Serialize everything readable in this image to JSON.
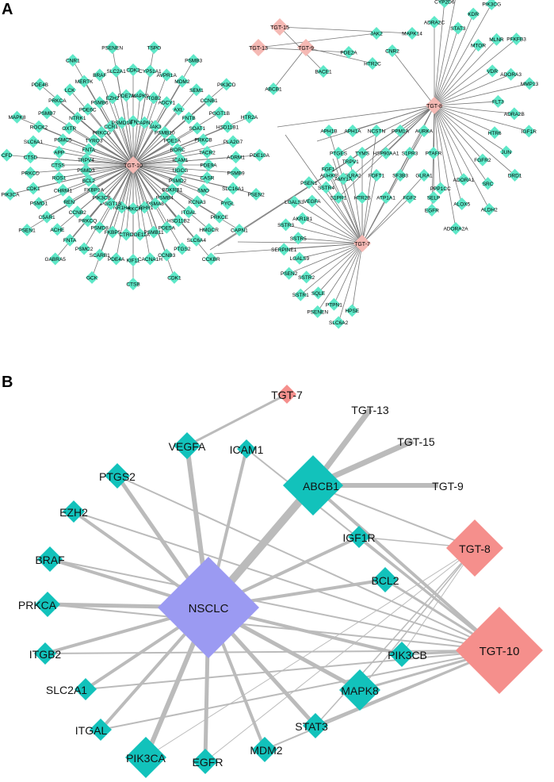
{
  "panels": {
    "a": {
      "label": "A",
      "hubs": [
        "TGT-10",
        "TGT-8",
        "TGT-7",
        "TGT-15",
        "TGT-13",
        "TGT-9"
      ],
      "targets_tgt10": [
        "ITK",
        "CAPN2",
        "JAK3",
        "PSMB10",
        "PDE1A",
        "RORC",
        "ICAM1",
        "UGCG",
        "PSMD2",
        "BDKRB1",
        "PSMB4",
        "PSMA8",
        "CRHR1",
        "PRKCH",
        "NR1H4",
        "PGGT1B",
        "PIK3CB",
        "FKBP1A",
        "BCL2",
        "PSMD3",
        "TRPV4",
        "FNTA",
        "TYRO3",
        "PRKCG",
        "CCR1",
        "PSMD14",
        "MAPK9",
        "ITGB2",
        "ADCY1",
        "AXL",
        "FNTB",
        "SOAT1",
        "PRKCB",
        "TACR2",
        "PDE9A",
        "CASR",
        "SMO",
        "KCNA3",
        "ITGAL",
        "HSD11B2",
        "PDE5A",
        "PSMB11",
        "PDE11A",
        "CTRC",
        "FKBP5",
        "PSMD8",
        "PRKCQ",
        "CCNB2",
        "REN",
        "CHRM1",
        "ROS1",
        "CTSS",
        "APP",
        "PSMC5",
        "OXTR",
        "NTRK1",
        "PDE6C",
        "PSMB6",
        "EZH2",
        "PDE7A",
        "CDK2",
        "CYP51A1",
        "AVPR1A",
        "MDM2",
        "SEM1",
        "CCNB1",
        "PGGT1B",
        "HSD11B1",
        "PLA2G7",
        "ADRM1",
        "PSMB9",
        "SLC16A1",
        "PYGL",
        "PRKCE",
        "HMGCR",
        "SLC6A4",
        "PTGS2",
        "CCNB3",
        "CACNA1H",
        "KIF11",
        "PDE4A",
        "SCARB1",
        "PSMC2",
        "FNTA",
        "ACHE",
        "C5AR1",
        "PSMD1",
        "CDK1",
        "PRKCD",
        "CTSD",
        "SLC6A1",
        "ROCK2",
        "PSMB7",
        "PRKCA",
        "LCK",
        "MERTK",
        "BRAF",
        "SLC2A1",
        "TSPO",
        "PSMB3",
        "PIK3CD",
        "HTR2A",
        "PDE10A",
        "PSEN2",
        "CAPN1",
        "CCKBR",
        "CDK1",
        "CTSB",
        "GCK",
        "GABRA5",
        "PSEN1",
        "PIK3CA",
        "CFD",
        "MAPK8",
        "PDE4B",
        "CNR1",
        "PSENEN"
      ],
      "targets_right": [
        "JAK2",
        "MAPK14",
        "HTR2C",
        "CNR2",
        "PDE2A",
        "BACE1",
        "ABCB1",
        "APH1B",
        "APH1A",
        "NCSTN",
        "PPM1A",
        "AURKA",
        "PTGES",
        "TYMS",
        "HSP90AA1",
        "S1PR3",
        "PTAFR",
        "AURKB",
        "GLRA2",
        "FDFT1",
        "SF3B3",
        "GLRA1",
        "S1PR1",
        "HTR2B",
        "ATP1A1",
        "FGF2",
        "SELP",
        "HPSE",
        "SLC6A2",
        "PTPN1",
        "PSENEN",
        "SQLE",
        "SSTR1",
        "SSTR2",
        "PSEN2",
        "LGALS9",
        "SERPINE1",
        "SSTR5",
        "SSTR3",
        "AKR1B1",
        "LGALS3",
        "VEGFA",
        "PSEN1",
        "SSTR4",
        "FGF1",
        "AMY1A",
        "TRPV1",
        "ADRA2C",
        "CYP2D6",
        "ADRA2A",
        "STAT3",
        "KDR",
        "PIK3CG",
        "MTOR",
        "MLNR",
        "PFKFB3",
        "VDR",
        "ADORA3",
        "MMP13",
        "FLT3",
        "ADRA2B",
        "IGF1R",
        "HTR6",
        "JUN",
        "DRD1",
        "FGFR2",
        "SRC",
        "ALDH2",
        "ADORA1",
        "ALOX5",
        "ADORA2A",
        "PPP1CC",
        "EGFR"
      ]
    },
    "b": {
      "label": "B",
      "center": "NSCLC",
      "compounds": [
        "TGT-7",
        "TGT-13",
        "TGT-15",
        "TGT-9",
        "TGT-8",
        "TGT-10"
      ],
      "targets": [
        "ABCB1",
        "VEGFA",
        "ICAM1",
        "PTGS2",
        "EZH2",
        "BRAF",
        "PRKCA",
        "ITGB2",
        "SLC2A1",
        "ITGAL",
        "PIK3CA",
        "EGFR",
        "MDM2",
        "STAT3",
        "MAPK8",
        "PIK3CB",
        "BCL2",
        "IGF1R"
      ]
    }
  },
  "colors": {
    "target_node": "#5ee8c8",
    "hub_node": "#f5b9b4",
    "b_target_node": "#12c2bb",
    "b_compound_node": "#f58f8c",
    "b_disease_node": "#9b9af2",
    "edge": "#777777",
    "b_edge": "#bbbbbb"
  }
}
